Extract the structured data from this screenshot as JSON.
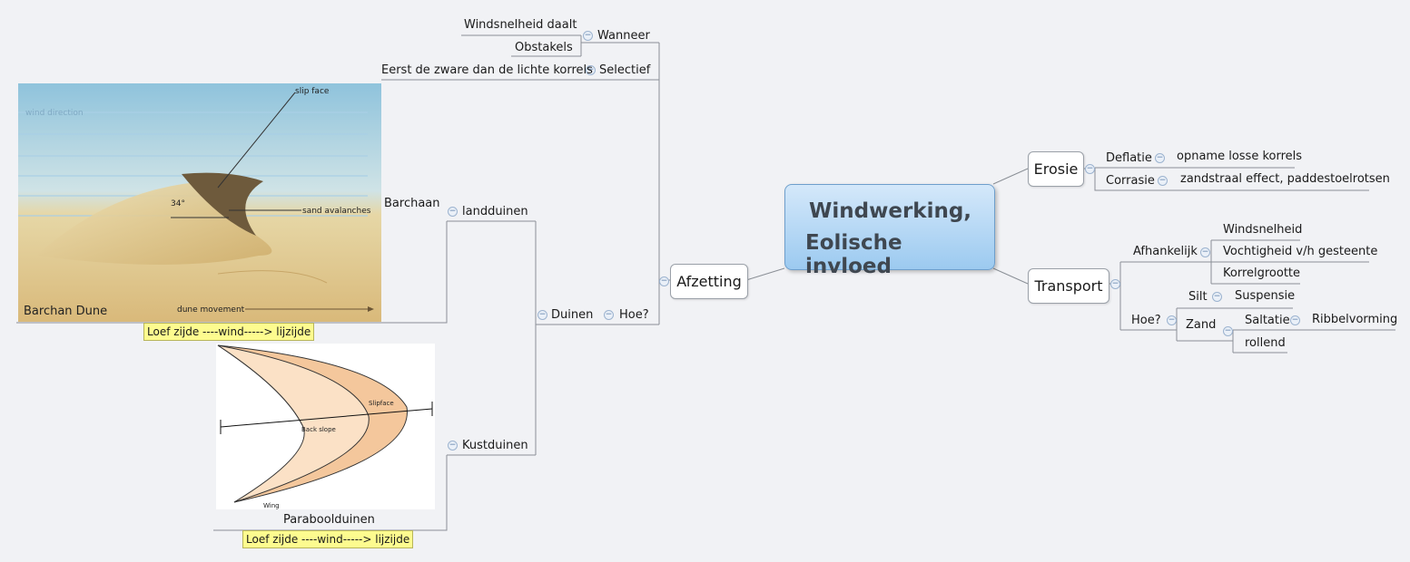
{
  "central": {
    "line1": "Windwerking,",
    "line2": "Eolische invloed"
  },
  "erosie": {
    "label": "Erosie",
    "items": [
      {
        "label": "Deflatie",
        "detail": "opname losse korrels"
      },
      {
        "label": "Corrasie",
        "detail": "zandstraal effect, paddestoelrotsen"
      }
    ]
  },
  "transport": {
    "label": "Transport",
    "afhankelijk": {
      "label": "Afhankelijk",
      "items": [
        "Windsnelheid",
        "Vochtigheid v/h gesteente",
        "Korrelgrootte"
      ]
    },
    "hoe": {
      "label": "Hoe?",
      "silt": {
        "label": "Silt",
        "detail": "Suspensie"
      },
      "zand": {
        "label": "Zand",
        "saltatie": "Saltatie",
        "ribbel": "Ribbelvorming",
        "rollend": "rollend"
      }
    }
  },
  "afzetting": {
    "label": "Afzetting",
    "wanneer": {
      "label": "Wanneer",
      "items": [
        "Windsnelheid daalt",
        "Obstakels"
      ]
    },
    "selectief": {
      "label": "Selectief",
      "detail": "Eerst de zware dan de lichte korrels"
    },
    "hoe": {
      "label": "Hoe?",
      "duinen": {
        "label": "Duinen",
        "landduinen": {
          "label": "landduinen",
          "child": "Barchaan",
          "note": "Loef zijde    ----wind-----> lijzijde"
        },
        "kustduinen": {
          "label": "Kustduinen",
          "child": "Paraboolduinen",
          "note": "Loef zijde    ----wind-----> lijzijde"
        }
      }
    }
  },
  "barchan_image": {
    "title": "Barchan Dune",
    "wind_direction": "wind direction",
    "slip_face": "slip face",
    "sand_avalanches": "sand avalanches",
    "dune_movement": "dune movement",
    "angle": "34°"
  },
  "parabolic_image": {
    "slipface": "Slipface",
    "back_slope": "Back slope",
    "wing": "Wing"
  },
  "colors": {
    "central_top": "#d4e8fa",
    "central_bottom": "#9ccaf0",
    "note": "#fdfb8f",
    "line": "#8a8f96"
  }
}
